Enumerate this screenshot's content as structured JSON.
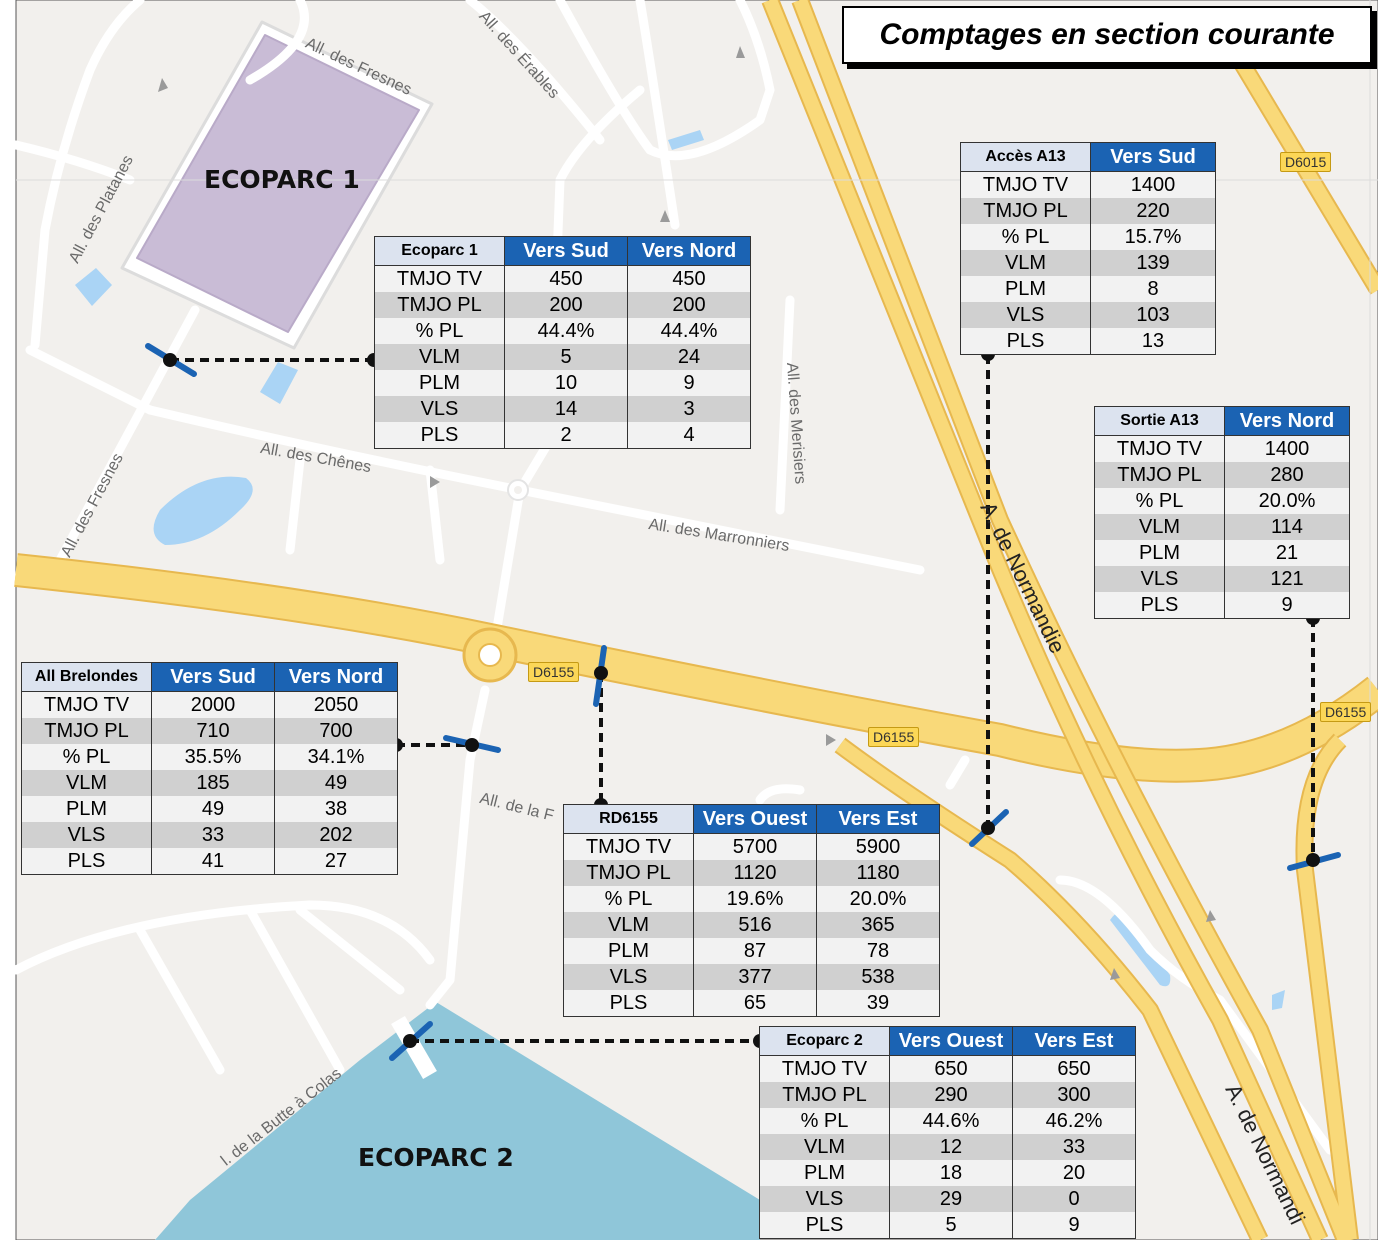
{
  "title": "Comptages en section courante",
  "zones": [
    {
      "id": "ecoparc1",
      "label": "ECOPARC 1"
    },
    {
      "id": "ecoparc2",
      "label": "ECOPARC 2"
    }
  ],
  "streets": [
    "All. des Fresnes",
    "All. des Érables",
    "All. des Platanes",
    "All. des Chênes",
    "All. des Fresnes",
    "All. des Marronniers",
    "All. des Merisiers",
    "All. de la F",
    "l. de la Butte à Colas",
    "A. de Normandie",
    "A. de Normandi"
  ],
  "shields": [
    "D6015",
    "D6155",
    "D6155",
    "D6155"
  ],
  "row_labels": [
    "TMJO TV",
    "TMJO PL",
    "% PL",
    "VLM",
    "PLM",
    "VLS",
    "PLS"
  ],
  "tables": [
    {
      "id": "ecoparc1",
      "section": "Ecoparc 1",
      "dirs": [
        "Vers Sud",
        "Vers Nord"
      ],
      "rows": [
        [
          "450",
          "450"
        ],
        [
          "200",
          "200"
        ],
        [
          "44.4%",
          "44.4%"
        ],
        [
          "5",
          "24"
        ],
        [
          "10",
          "9"
        ],
        [
          "14",
          "3"
        ],
        [
          "2",
          "4"
        ]
      ]
    },
    {
      "id": "acces-a13",
      "section": "Accès A13",
      "dirs": [
        "Vers Sud"
      ],
      "rows": [
        [
          "1400"
        ],
        [
          "220"
        ],
        [
          "15.7%"
        ],
        [
          "139"
        ],
        [
          "8"
        ],
        [
          "103"
        ],
        [
          "13"
        ]
      ]
    },
    {
      "id": "sortie-a13",
      "section": "Sortie A13",
      "dirs": [
        "Vers Nord"
      ],
      "rows": [
        [
          "1400"
        ],
        [
          "280"
        ],
        [
          "20.0%"
        ],
        [
          "114"
        ],
        [
          "21"
        ],
        [
          "121"
        ],
        [
          "9"
        ]
      ]
    },
    {
      "id": "all-brelondes",
      "section": "All Brelondes",
      "dirs": [
        "Vers Sud",
        "Vers Nord"
      ],
      "rows": [
        [
          "2000",
          "2050"
        ],
        [
          "710",
          "700"
        ],
        [
          "35.5%",
          "34.1%"
        ],
        [
          "185",
          "49"
        ],
        [
          "49",
          "38"
        ],
        [
          "33",
          "202"
        ],
        [
          "41",
          "27"
        ]
      ]
    },
    {
      "id": "rd6155",
      "section": "RD6155",
      "dirs": [
        "Vers Ouest",
        "Vers Est"
      ],
      "rows": [
        [
          "5700",
          "5900"
        ],
        [
          "1120",
          "1180"
        ],
        [
          "19.6%",
          "20.0%"
        ],
        [
          "516",
          "365"
        ],
        [
          "87",
          "78"
        ],
        [
          "377",
          "538"
        ],
        [
          "65",
          "39"
        ]
      ]
    },
    {
      "id": "ecoparc2",
      "section": "Ecoparc 2",
      "dirs": [
        "Vers Ouest",
        "Vers Est"
      ],
      "rows": [
        [
          "650",
          "650"
        ],
        [
          "290",
          "300"
        ],
        [
          "44.6%",
          "46.2%"
        ],
        [
          "12",
          "33"
        ],
        [
          "18",
          "20"
        ],
        [
          "29",
          "0"
        ],
        [
          "5",
          "9"
        ]
      ]
    }
  ],
  "colors": {
    "map_bg": "#f2f0ed",
    "road_main": "#f9d979",
    "road_edge": "#e7b84f",
    "road_minor": "#ffffff",
    "water": "#aad4f5",
    "ecoparc1": "#c9bcd6",
    "ecoparc2": "#8fc6d9",
    "header_blue": "#1b63b3",
    "header_light": "#dce3ef",
    "counter_marker": "#1b63b3"
  }
}
